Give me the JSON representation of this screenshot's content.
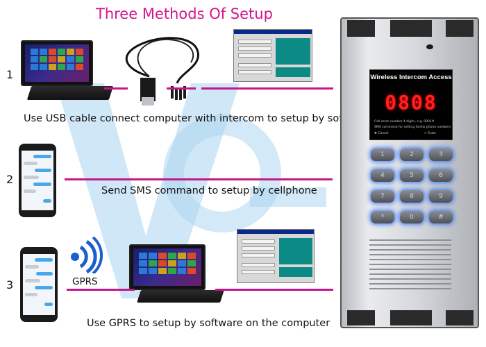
{
  "title": "Three Methods Of Setup",
  "methods": [
    {
      "number": "1",
      "caption": "Use USB cable connect computer with intercom to setup by software"
    },
    {
      "number": "2",
      "caption": "Send SMS command to setup by cellphone"
    },
    {
      "number": "3",
      "caption": "Use GPRS to setup by software on the computer"
    }
  ],
  "gprs_label": "GPRS",
  "intercom": {
    "panel_title": "Wireless Intercom Access",
    "display": "0808",
    "hint_lines": [
      "Call room number 4 digits, e.g. 0001#",
      "SMS command for setting family phone numbers",
      "✖ Cancel",
      "✔ Enter"
    ],
    "keys": [
      "1",
      "2",
      "3",
      "4",
      "5",
      "6",
      "7",
      "8",
      "9",
      "*",
      "0",
      "#"
    ]
  },
  "colors": {
    "title": "#d4148c",
    "connector_line": "#c2168c",
    "display_digits": "#ff2020",
    "key_glow": "#2a6eff",
    "watermark": "#a9d4f0"
  }
}
